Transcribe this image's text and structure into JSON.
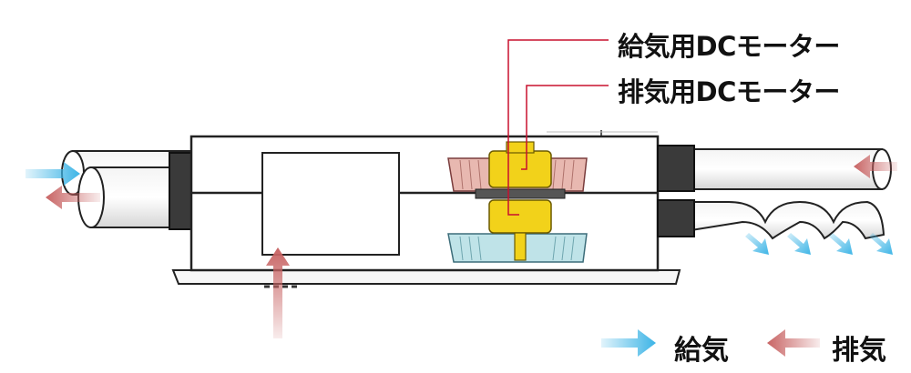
{
  "labels": {
    "supply_motor": "給気用DCモーター",
    "exhaust_motor": "排気用DCモーター",
    "legend_supply": "給気",
    "legend_exhaust": "排気"
  },
  "colors": {
    "supply_arrow": "#3cb4e6",
    "exhaust_arrow": "#c86464",
    "leader_line": "#c8102e",
    "motor": "#f2d21a",
    "supply_fan": "#bfe3e8",
    "exhaust_fan": "#e8b8b0",
    "duct": "#e6e6e6",
    "collar": "#3a3a3a"
  },
  "icons": [
    "supply-arrow-icon",
    "exhaust-arrow-icon"
  ]
}
